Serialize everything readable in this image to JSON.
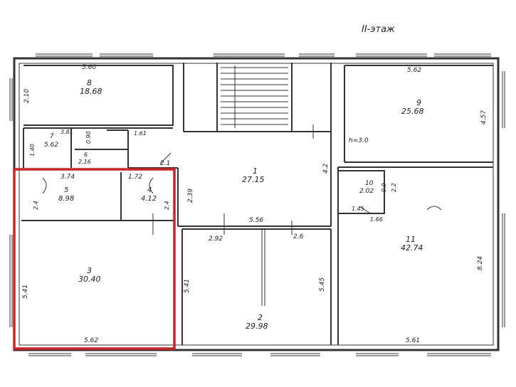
{
  "floor_title": "II-этаж",
  "rooms": {
    "r1": {
      "number": "1",
      "area": "27.15"
    },
    "r2": {
      "number": "2",
      "area": "29.98"
    },
    "r3": {
      "number": "3",
      "area": "30.40"
    },
    "r4": {
      "number": "4",
      "area": "4.12"
    },
    "r5": {
      "number": "5",
      "area": "8.98"
    },
    "r6": {
      "number": "6",
      "area": "2.16"
    },
    "r7": {
      "number": "7",
      "area": "5.62"
    },
    "r8": {
      "number": "8",
      "area": "18.68"
    },
    "r9": {
      "number": "9",
      "area": "25.68"
    },
    "r10": {
      "number": "10",
      "area": "2.02"
    },
    "r11": {
      "number": "11",
      "area": "42.74"
    }
  },
  "dims": {
    "d_560": "5.60",
    "d_210": "2.10",
    "d_562_top": "5.62",
    "d_457": "4.57",
    "h30": "h=3.0",
    "d_381": "3.81",
    "d_090": "0.90",
    "d_161": "1.61",
    "d_140": "1.40",
    "d_374": "3.74",
    "d_172": "1.72",
    "d_21": "2.1",
    "d_42": "4.2",
    "d_239": "2.39",
    "d_24": "2.4",
    "d_24b": "2.4",
    "d_22": "2.2",
    "d_09": "0.9",
    "d_145": "1.45",
    "d_166": "1.66",
    "d_556": "5.56",
    "d_292": "2.92",
    "d_26": "2.6",
    "d_541": "5.41",
    "d_545": "5.45",
    "d_541b": "5.41",
    "d_824": "8.24",
    "d_562_bot": "5.62",
    "d_561": "5.61"
  },
  "highlight_color": "#d42020"
}
